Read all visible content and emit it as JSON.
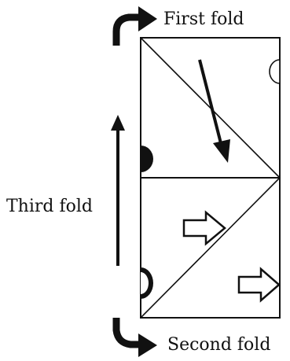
{
  "labels": {
    "first_fold": "First fold",
    "second_fold": "Second fold",
    "third_fold": "Third fold"
  },
  "colors": {
    "ink": "#111111",
    "paper": "#ffffff"
  }
}
